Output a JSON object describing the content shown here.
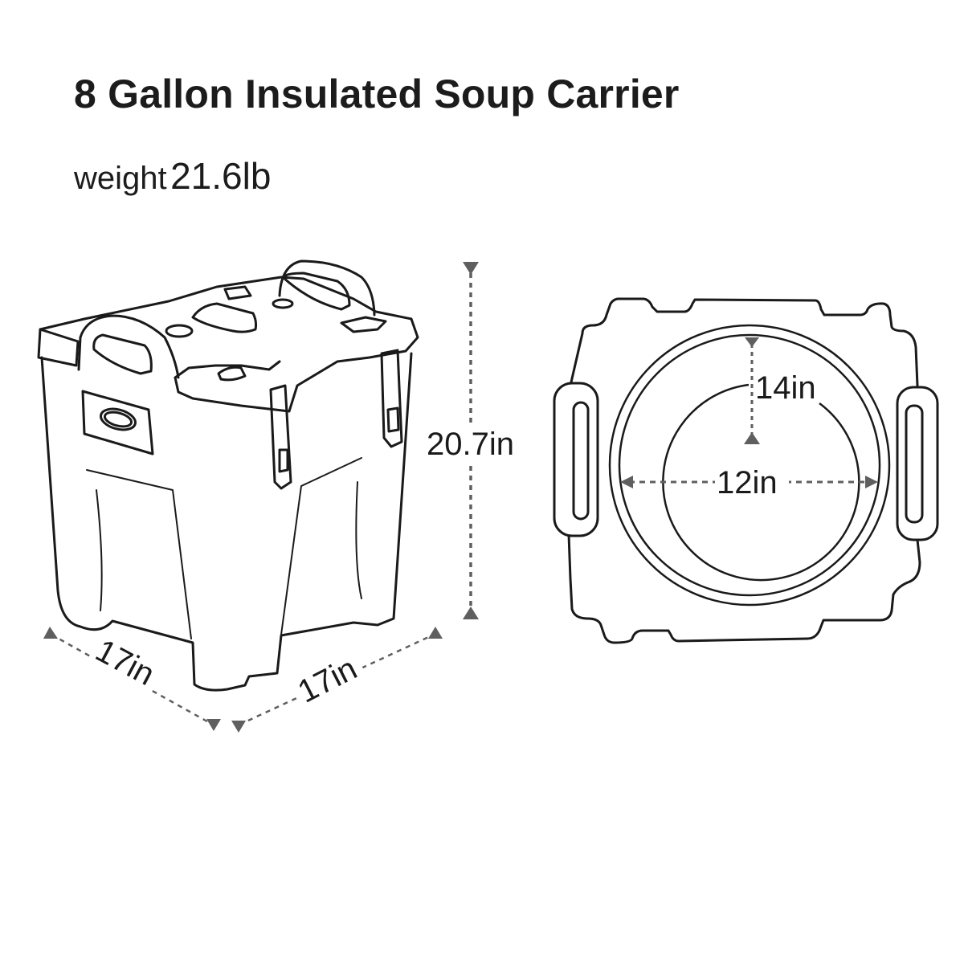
{
  "title": "8 Gallon Insulated Soup Carrier",
  "weight": {
    "label": "weight",
    "value": "21.6lb"
  },
  "side_view": {
    "height_label": "20.7in",
    "depth_label": "17in",
    "width_label": "17in"
  },
  "top_view": {
    "inner_radius_label": "14in",
    "diameter_label": "12in"
  },
  "colors": {
    "line": "#1a1a1a",
    "marker": "#5f5f5f",
    "background": "#ffffff"
  }
}
